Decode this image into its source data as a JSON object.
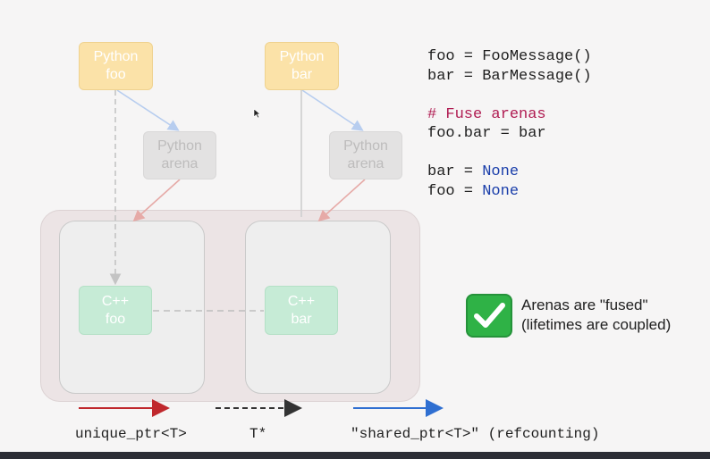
{
  "nodes": {
    "python_foo": "Python\nfoo",
    "python_bar": "Python\nbar",
    "python_arena_left": "Python\narena",
    "python_arena_right": "Python\narena",
    "cpp_foo": "C++\nfoo",
    "cpp_bar": "C++\nbar"
  },
  "code": {
    "line1": "foo = FooMessage()",
    "line2": "bar = BarMessage()",
    "comment": "# Fuse arenas",
    "line4": "foo.bar = bar",
    "line5_prefix": "bar = ",
    "line5_value": "None",
    "line6_prefix": "foo = ",
    "line6_value": "None"
  },
  "callout": {
    "icon": "check-mark-icon",
    "line1": "Arenas are \"fused\"",
    "line2": "(lifetimes are coupled)"
  },
  "legend": {
    "unique_ptr": "unique_ptr<T>",
    "raw_ptr": "T*",
    "shared_ptr": "\"shared_ptr<T>\" (refcounting)"
  },
  "colors": {
    "unique_ptr": "#c0282d",
    "raw_ptr": "#333333",
    "shared_ptr": "#2f6fd1",
    "python_object": "#fbe2a8",
    "python_arena": "#e3e2e2",
    "cpp_object": "#c6ebd6",
    "check": "#2fb246"
  }
}
